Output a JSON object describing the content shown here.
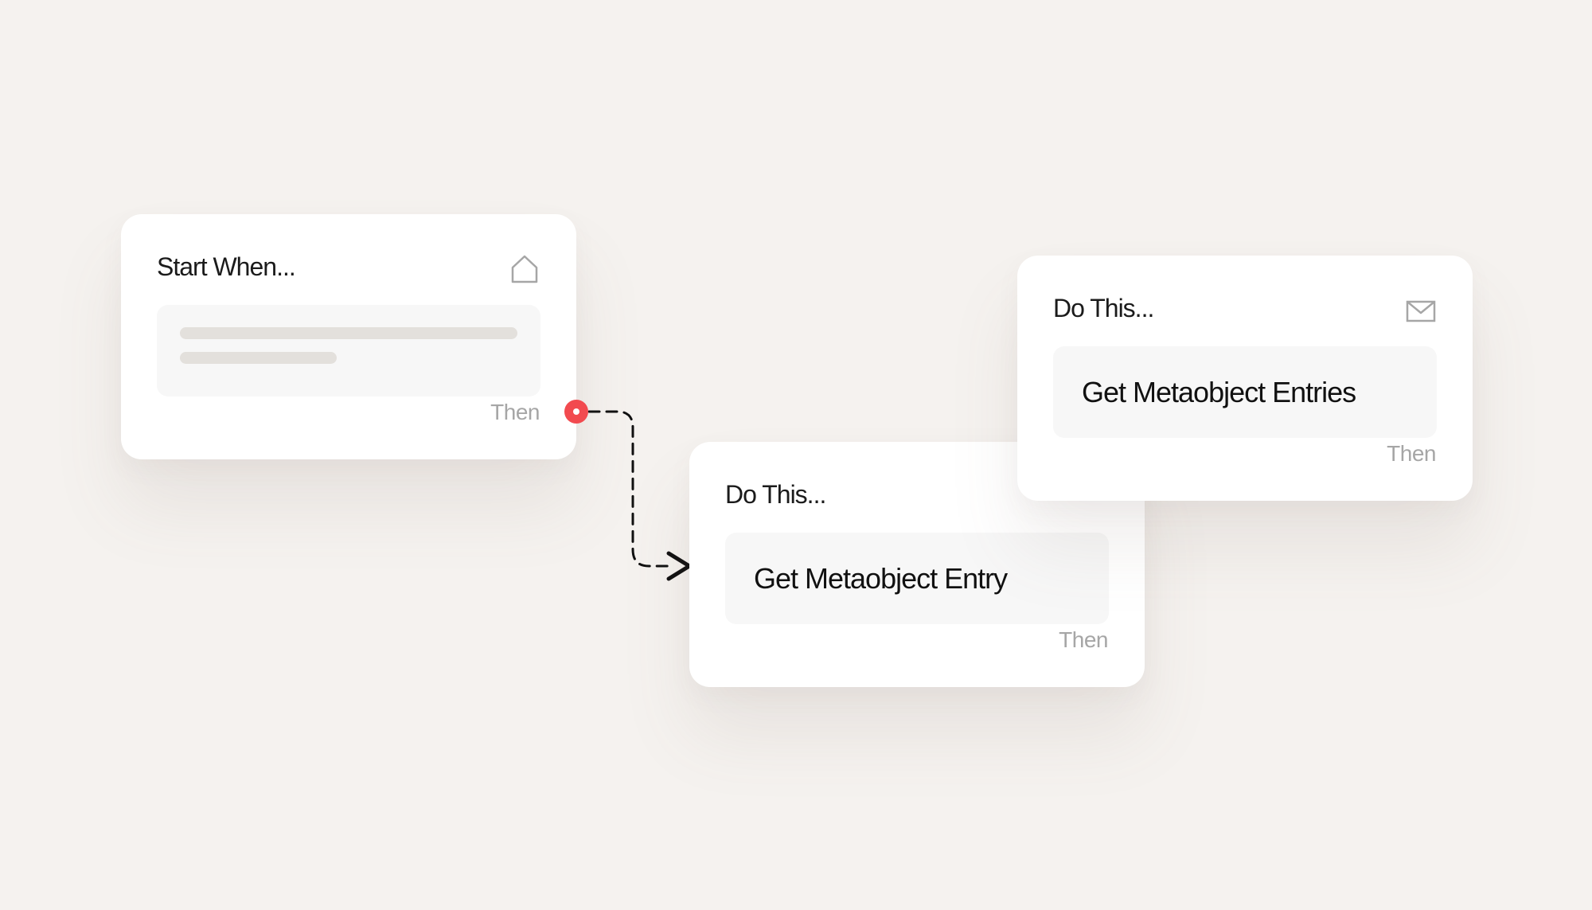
{
  "trigger_card": {
    "title": "Start When...",
    "icon": "home-icon",
    "then_label": "Then"
  },
  "action_card_entry": {
    "title": "Do This...",
    "action_label": "Get Metaobject Entry",
    "then_label": "Then"
  },
  "action_card_entries": {
    "title": "Do This...",
    "icon": "mail-icon",
    "action_label": "Get Metaobject Entries",
    "then_label": "Then"
  },
  "colors": {
    "background": "#f5f2ef",
    "card": "#ffffff",
    "port": "#f24a4f",
    "muted_text": "#a6a6a6"
  }
}
